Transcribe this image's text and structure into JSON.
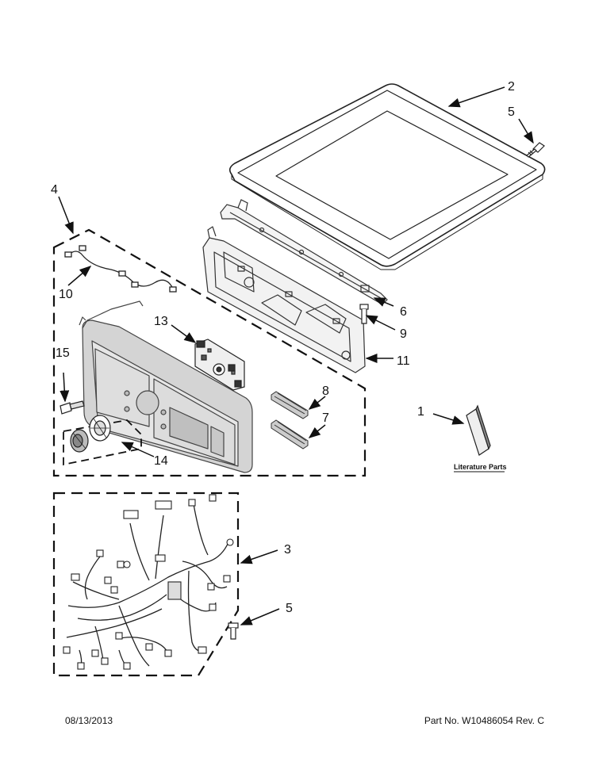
{
  "callouts": {
    "c1": "1",
    "c2": "2",
    "c3": "3",
    "c4": "4",
    "c5a": "5",
    "c5b": "5",
    "c6": "6",
    "c7": "7",
    "c8": "8",
    "c9": "9",
    "c10": "10",
    "c11": "11",
    "c13": "13",
    "c14": "14",
    "c15": "15"
  },
  "literature_label": "Literature Parts",
  "footer": {
    "date": "08/13/2013",
    "part_number": "Part No.  W10486054  Rev.  C"
  }
}
